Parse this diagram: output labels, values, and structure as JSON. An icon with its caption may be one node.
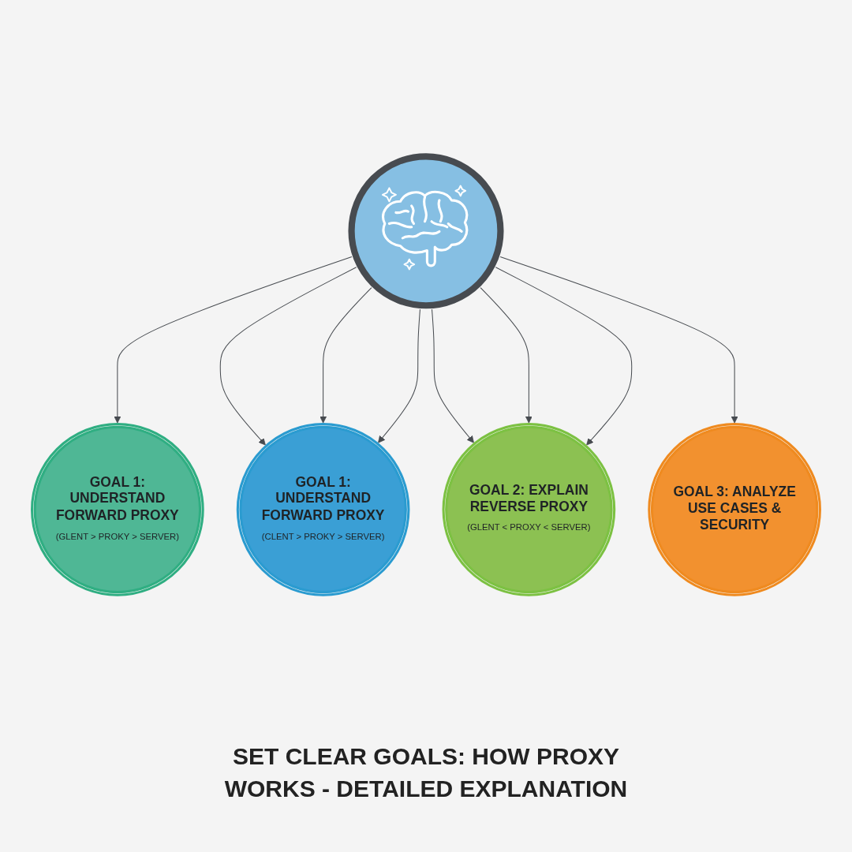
{
  "diagram": {
    "title": "SET CLEAR GOALS: HOW PROXY WORKS - DETAILED EXPLANATION",
    "nodes": [
      {
        "text": [
          "GOAL 1: UNDERSTAND FORWARD PROXY",
          "(GLENT > PROKY > SERVER)"
        ]
      },
      {
        "text": [
          "GOAL 1: UNDERSTAND FORWARD PROXY",
          "(CLENT > PROKY > SERVER)"
        ]
      },
      {
        "text": [],
        "shape": "picture"
      },
      {
        "text": [
          "GOAL 2: EXPLAIN REVERSE PROXY",
          "(GLENT < PROXY < SERVER)"
        ]
      },
      {
        "text": [
          "GOAL 3: ANALYZE USE CASES & SECURITY"
        ]
      }
    ],
    "edges": [
      {
        "from": 2,
        "to": 0,
        "arrow": "to"
      },
      {
        "from": 2,
        "to": 1,
        "arrow": "to"
      },
      {
        "from": 2,
        "to": 3,
        "arrow": "to"
      },
      {
        "from": 2,
        "to": 1,
        "arrow": "to"
      },
      {
        "from": 2,
        "to": 3,
        "arrow": "to"
      },
      {
        "from": 2,
        "to": 1,
        "arrow": "to"
      },
      {
        "from": 2,
        "to": 3,
        "arrow": "to"
      },
      {
        "from": 2,
        "to": 4,
        "arrow": "to"
      }
    ]
  }
}
